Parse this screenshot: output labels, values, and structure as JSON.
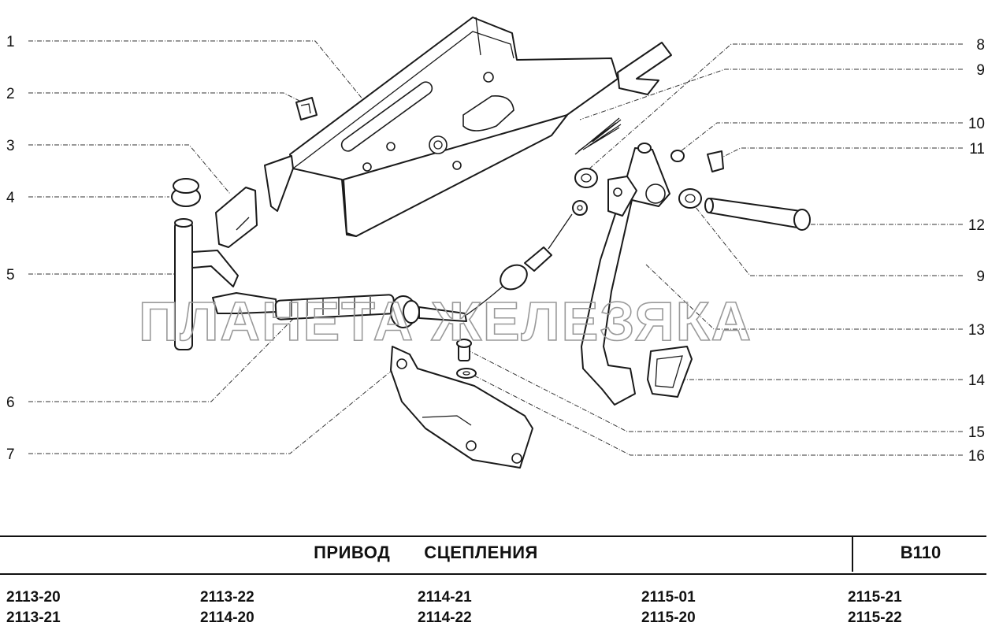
{
  "callouts": {
    "left": [
      "1",
      "2",
      "3",
      "4",
      "5",
      "6",
      "7"
    ],
    "right": [
      "8",
      "9",
      "10",
      "11",
      "12",
      "9",
      "13",
      "14",
      "15",
      "16"
    ]
  },
  "watermark": "ПЛАНЕТА ЖЕЛЕЗЯКА",
  "title_block": {
    "title": "ПРИВОД     СЦЕПЛЕНИЯ",
    "code": "B110"
  },
  "models": [
    [
      "2113-20",
      "2113-21"
    ],
    [
      "2113-22",
      "2114-20"
    ],
    [
      "2114-21",
      "2114-22"
    ],
    [
      "2115-01",
      "2115-20"
    ],
    [
      "2115-21",
      "2115-22"
    ]
  ]
}
